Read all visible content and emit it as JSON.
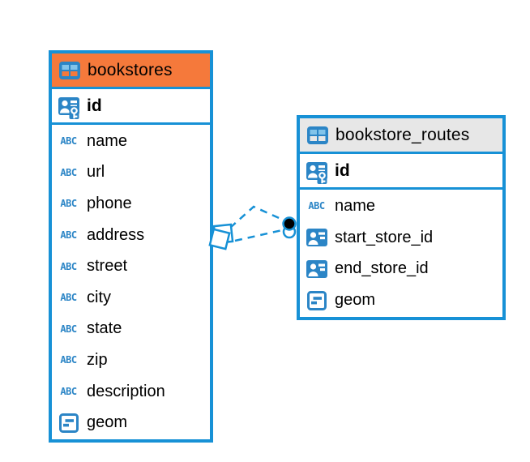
{
  "diagram": {
    "colors": {
      "table_border": "#1791d6",
      "header_orange": "#f5793b",
      "header_gray": "#e7e7e7",
      "icon_blue": "#2b85c6",
      "icon_light_blue": "#82c4ea",
      "connector": "#1791d6",
      "endpoint_dot": "#000000",
      "text": "#000000"
    },
    "icons": {
      "text_type_label": "ABC",
      "table_icon": "table-grid-icon",
      "primary_key_icon": "person-key-icon",
      "reference_icon": "person-card-icon",
      "geometry_icon": "geometry-box-icon"
    },
    "tables": [
      {
        "name": "bookstores",
        "header_style": "orange",
        "key_column": {
          "name": "id",
          "type": "primary-key"
        },
        "columns": [
          {
            "name": "name",
            "type": "text"
          },
          {
            "name": "url",
            "type": "text"
          },
          {
            "name": "phone",
            "type": "text"
          },
          {
            "name": "address",
            "type": "text"
          },
          {
            "name": "street",
            "type": "text"
          },
          {
            "name": "city",
            "type": "text"
          },
          {
            "name": "state",
            "type": "text"
          },
          {
            "name": "zip",
            "type": "text"
          },
          {
            "name": "description",
            "type": "text"
          },
          {
            "name": "geom",
            "type": "geometry"
          }
        ]
      },
      {
        "name": "bookstore_routes",
        "header_style": "gray",
        "key_column": {
          "name": "id",
          "type": "primary-key"
        },
        "columns": [
          {
            "name": "name",
            "type": "text"
          },
          {
            "name": "start_store_id",
            "type": "reference"
          },
          {
            "name": "end_store_id",
            "type": "reference"
          },
          {
            "name": "geom",
            "type": "geometry"
          }
        ]
      }
    ],
    "relationship": {
      "from_table": "bookstores",
      "to_table": "bookstore_routes",
      "style": "dashed",
      "link_count": 2
    }
  }
}
